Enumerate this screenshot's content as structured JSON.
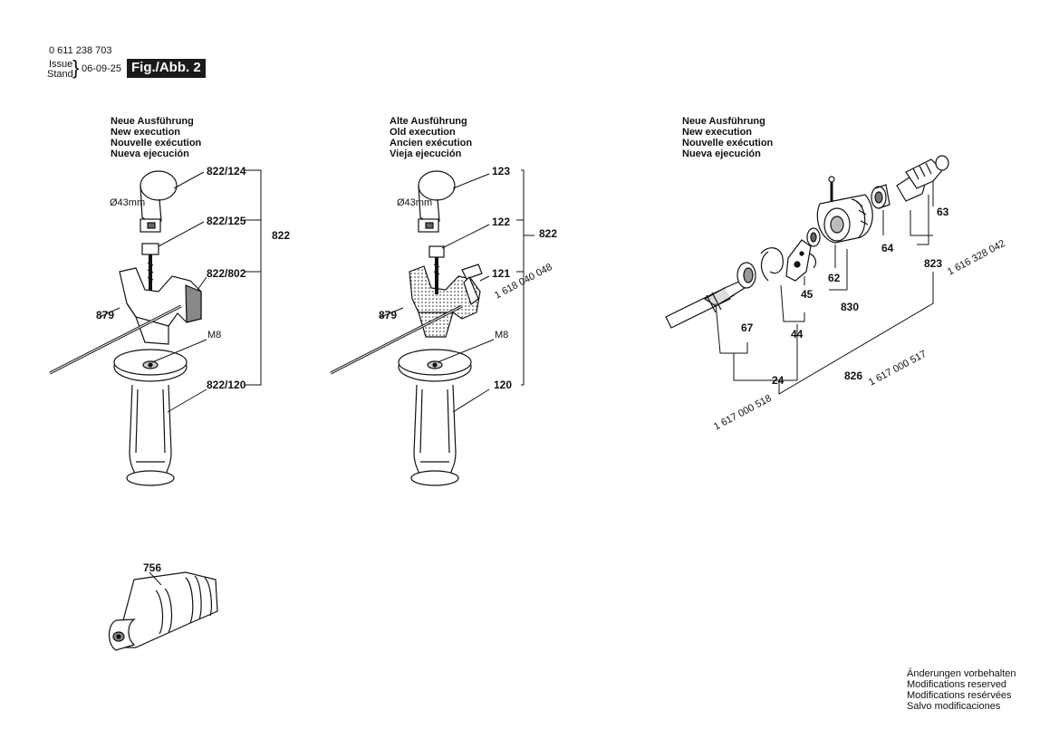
{
  "header": {
    "part_number": "0 611 238 703",
    "issue_label": "Issue",
    "stand_label": "Stand",
    "date": "06-09-25",
    "figure": "Fig./Abb. 2"
  },
  "sections": [
    {
      "lines": [
        "Neue Ausführung",
        "New execution",
        "Nouvelle exécution",
        "Nueva ejecución"
      ]
    },
    {
      "lines": [
        "Alte Ausführung",
        "Old execution",
        "Ancien exécution",
        "Vieja ejecución"
      ]
    },
    {
      "lines": [
        "Neue Ausführung",
        "New execution",
        "Nouvelle exécution",
        "Nueva ejecución"
      ]
    }
  ],
  "left_assembly": {
    "labels": {
      "p822_124": "822/124",
      "p822_125": "822/125",
      "p822": "822",
      "p822_802": "822/802",
      "p879": "879",
      "m8": "M8",
      "p822_120": "822/120",
      "dia": "Ø43mm"
    }
  },
  "middle_assembly": {
    "labels": {
      "p123": "123",
      "p122": "122",
      "p822": "822",
      "p121": "121",
      "p879": "879",
      "m8": "M8",
      "p120": "120",
      "dia": "Ø43mm",
      "ref_121": "1 618 040 048"
    }
  },
  "right_assembly": {
    "labels": {
      "p63": "63",
      "p64": "64",
      "p62": "62",
      "p45": "45",
      "p830": "830",
      "p67": "67",
      "p44": "44",
      "p24": "24",
      "p823": "823",
      "ref_823": "1 616 328 042",
      "p826": "826",
      "ref_826": "1 617 000 517",
      "ref_24": "1 617 000 518"
    }
  },
  "chuck": {
    "label": "756"
  },
  "footer_notes": [
    "Änderungen vorbehalten",
    "Modifications reserved",
    "Modifications resérvées",
    "Salvo modificaciones"
  ]
}
